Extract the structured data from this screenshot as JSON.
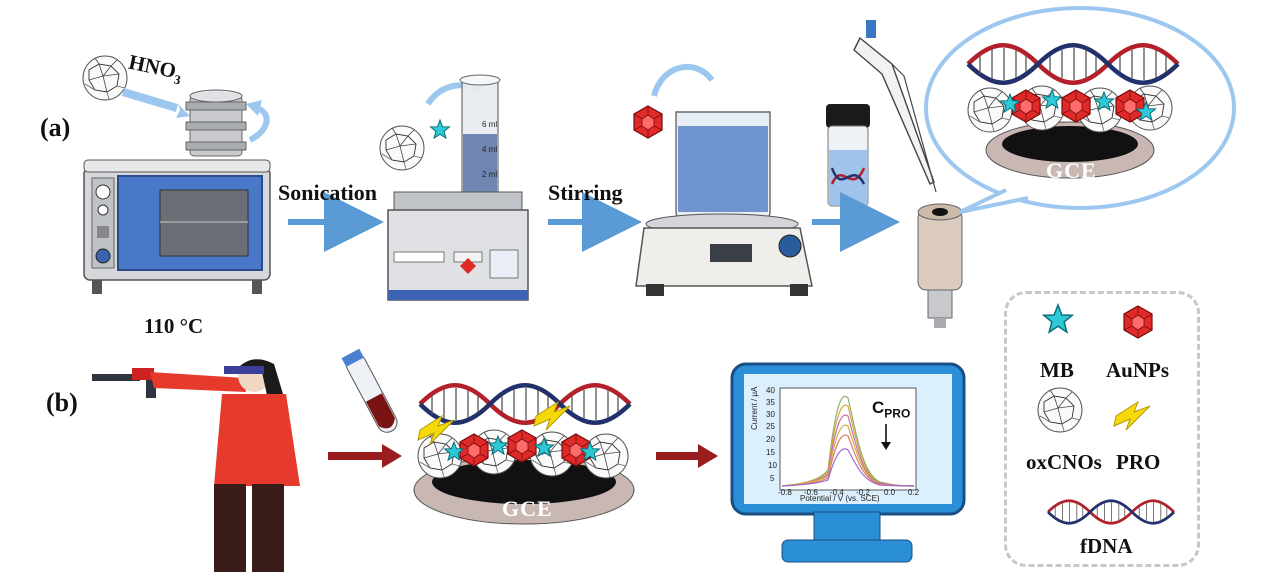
{
  "panels": {
    "a": "(a)",
    "b": "(b)"
  },
  "steps": {
    "reagent": "HNO",
    "reagent_sub": "3",
    "temperature": "110 °C",
    "sonication": "Sonication",
    "stirring": "Stirring"
  },
  "electrode": {
    "label_top": "GCE",
    "label_bottom": "GCE"
  },
  "cylinder_marks": [
    "6 ml",
    "4 ml",
    "2 ml"
  ],
  "monitor": {
    "signal_label": "C",
    "signal_sub": "PRO",
    "ylabel": "Current / μA",
    "xlabel": "Potential / V (vs. SCE)",
    "yticks": [
      "40",
      "35",
      "30",
      "25",
      "20",
      "15",
      "10",
      "5"
    ],
    "xticks": [
      "-0.8",
      "-0.6",
      "-0.4",
      "-0.2",
      "0.0",
      "0.2"
    ]
  },
  "legend": {
    "mb": "MB",
    "aunps": "AuNPs",
    "oxcnos": "oxCNOs",
    "pro": "PRO",
    "fdna": "fDNA"
  },
  "colors": {
    "arrow_blue": "#5b9bd5",
    "arrow_red": "#9b1c1c",
    "gold_red": "#e02a2a",
    "mb_cyan": "#2ec9d6",
    "pro_yellow": "#f5d90a",
    "dna_red": "#b3202a",
    "dna_navy": "#22306b",
    "monitor_blue": "#2a8fd6"
  }
}
